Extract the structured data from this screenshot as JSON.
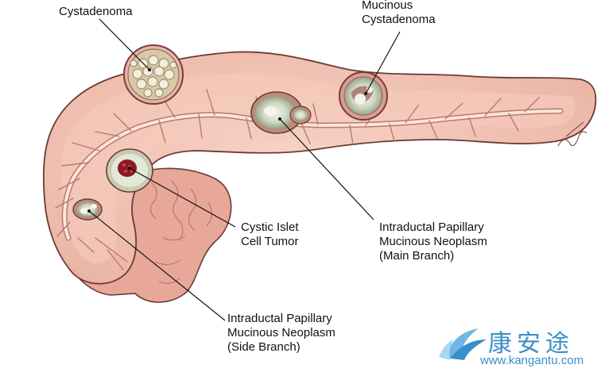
{
  "labels": {
    "cystadenoma": "Cystadenoma",
    "mucinous_line1": "Mucinous",
    "mucinous_line2": "Cystadenoma",
    "cystic_islet_line1": "Cystic Islet",
    "cystic_islet_line2": "Cell Tumor",
    "ipmn_main_line1": "Intraductal Papillary",
    "ipmn_main_line2": "Mucinous Neoplasm",
    "ipmn_main_line3": "(Main Branch)",
    "ipmn_side_line1": "Intraductal Papillary",
    "ipmn_side_line2": "Mucinous Neoplasm",
    "ipmn_side_line3": "(Side Branch)"
  },
  "watermark": {
    "chinese": "康安途",
    "url": "www.kangantu.com"
  },
  "colors": {
    "tissue_fill": "#f2c3b4",
    "tissue_light": "#f7d6ca",
    "tissue_outline": "#6b3a33",
    "duct": "#fbe6dd",
    "duct_edge": "#b97a6d",
    "lobule": "#e0a193",
    "cyst_fill": "#c9d2bd",
    "cyst_core": "#eef1e6",
    "tumor": "#8b1a24",
    "watermark": "#3a8fc8"
  }
}
